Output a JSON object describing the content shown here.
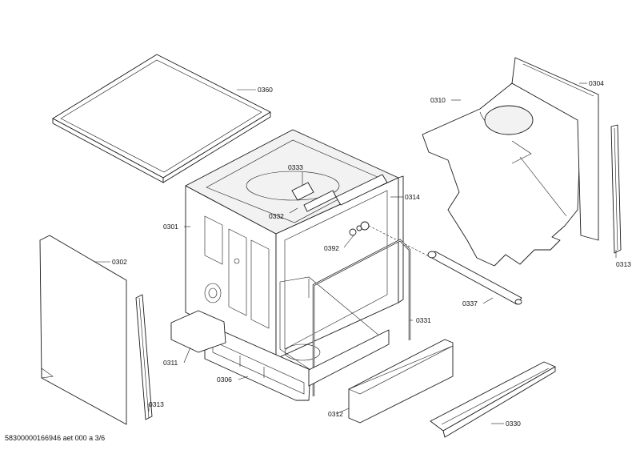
{
  "diagram": {
    "callouts": {
      "c0360": "0360",
      "c0310": "0310",
      "c0304": "0304",
      "c0333": "0333",
      "c0314": "0314",
      "c0332": "0332",
      "c0301": "0301",
      "c0392": "0392",
      "c0302": "0302",
      "c0313a": "0313",
      "c0337": "0337",
      "c0331": "0331",
      "c0311": "0311",
      "c0306": "0306",
      "c0313b": "0313",
      "c0312": "0312",
      "c0330": "0330"
    }
  },
  "footer": {
    "code": "58300000166946 aet 000 a 3/6"
  }
}
